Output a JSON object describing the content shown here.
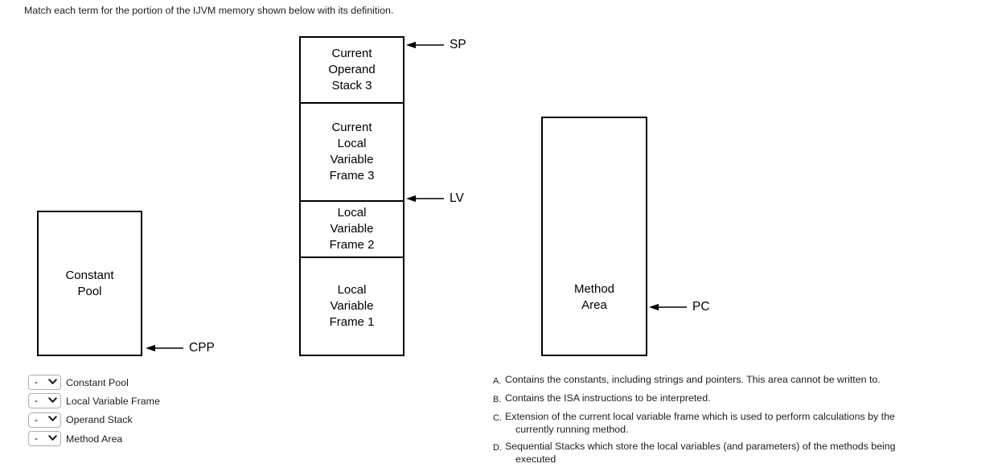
{
  "prompt": "Match each term for the portion of the IJVM memory shown below with its definition.",
  "diagram": {
    "stack_boxes": [
      {
        "label": "Current\nOperand\nStack 3"
      },
      {
        "label": "Current\nLocal\nVariable\nFrame 3"
      },
      {
        "label": "Local\nVariable\nFrame 2"
      },
      {
        "label": "Local\nVariable\nFrame 1"
      }
    ],
    "constant_pool_label": "Constant\nPool",
    "method_area_label": "Method\nArea",
    "pointers": {
      "sp": "SP",
      "lv": "LV",
      "cpp": "CPP",
      "pc": "PC"
    }
  },
  "answers": {
    "rows": [
      {
        "value": "-",
        "label": "Constant Pool"
      },
      {
        "value": "-",
        "label": "Local Variable Frame"
      },
      {
        "value": "-",
        "label": "Operand Stack"
      },
      {
        "value": "-",
        "label": "Method Area"
      }
    ]
  },
  "definitions": [
    {
      "letter": "A.",
      "text": "Contains the constants, including strings and pointers. This area cannot be written to."
    },
    {
      "letter": "B.",
      "text": "Contains the ISA instructions to be interpreted."
    },
    {
      "letter": "C.",
      "text": "Extension of the current local variable frame which is used to perform calculations by the\ncurrently running method."
    },
    {
      "letter": "D.",
      "text": "Sequential Stacks which store the local variables (and parameters) of the methods being\nexecuted"
    }
  ],
  "colors": {
    "diagram_line": "#000000",
    "text": "#1d1d1d",
    "select_border": "#adadad",
    "background": "#ffffff"
  }
}
